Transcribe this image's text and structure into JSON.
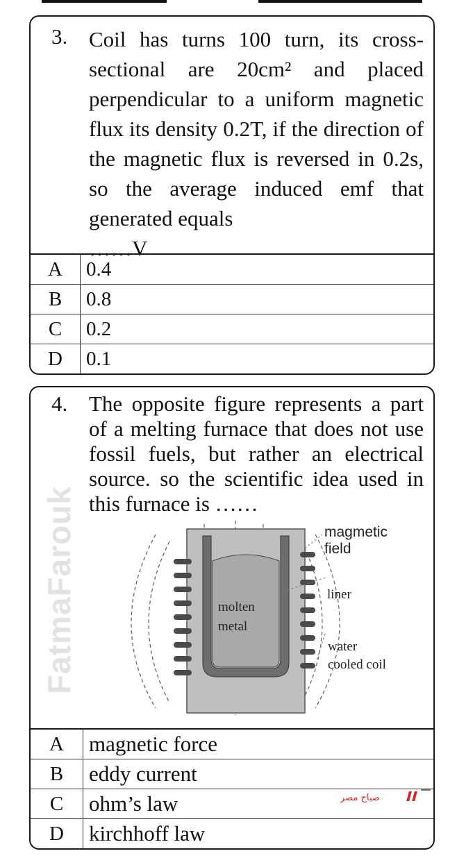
{
  "question3": {
    "number": "3.",
    "text": "Coil has turns 100 turn, its cross-sectional are 20cm² and placed perpendicular to a uniform magnetic flux its density 0.2T, if the direction of the magnetic flux is reversed in 0.2s, so the average induced emf that generated equals",
    "blank": "……V",
    "options": [
      {
        "letter": "A",
        "value": "0.4"
      },
      {
        "letter": "B",
        "value": "0.8"
      },
      {
        "letter": "C",
        "value": "0.2"
      },
      {
        "letter": "D",
        "value": "0.1"
      }
    ]
  },
  "question4": {
    "number": "4.",
    "text": "The opposite figure represents a part of a melting furnace that does not use fossil fuels, but rather an electrical source. so the scientific idea used in this furnace is ……",
    "figure_labels": {
      "magnetic_field": "magmetic field",
      "liner": "liner",
      "molten_metal": "molten metal",
      "water_cooled_coil": "water cooled coil"
    },
    "options": [
      {
        "letter": "A",
        "value": "magnetic force"
      },
      {
        "letter": "B",
        "value": "eddy current"
      },
      {
        "letter": "C",
        "value": "ohm’s law"
      },
      {
        "letter": "D",
        "value": "kirchhoff law"
      }
    ]
  },
  "watermark": "FatmaFarouk",
  "logo": {
    "text": "صباح مصر",
    "color": "#d0282e"
  }
}
